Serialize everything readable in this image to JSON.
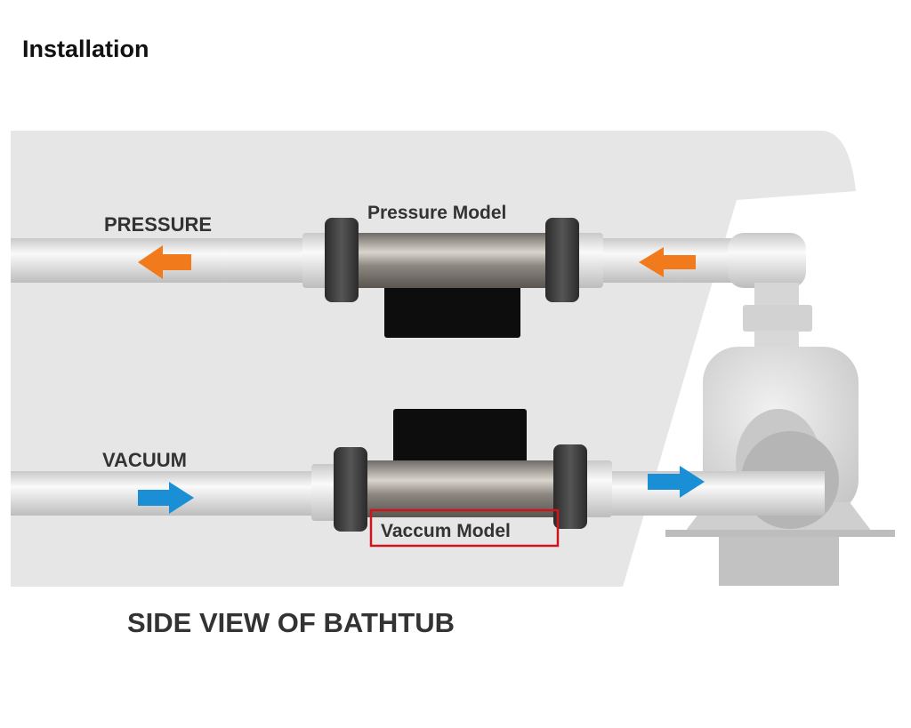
{
  "header": {
    "title": "Installation"
  },
  "diagram": {
    "pressure_label": "PRESSURE",
    "pressure_model_label": "Pressure Model",
    "vacuum_label": "VACUUM",
    "vacuum_model_label": "Vaccum Model",
    "caption": "SIDE VIEW OF BATHTUB",
    "highlighted_label": "Vaccum Model"
  },
  "colors": {
    "pressure_arrow": "#f07a1c",
    "vacuum_arrow": "#1b8fd6",
    "highlight_box": "#d0141e",
    "bathtub": "#e6e6e6"
  }
}
